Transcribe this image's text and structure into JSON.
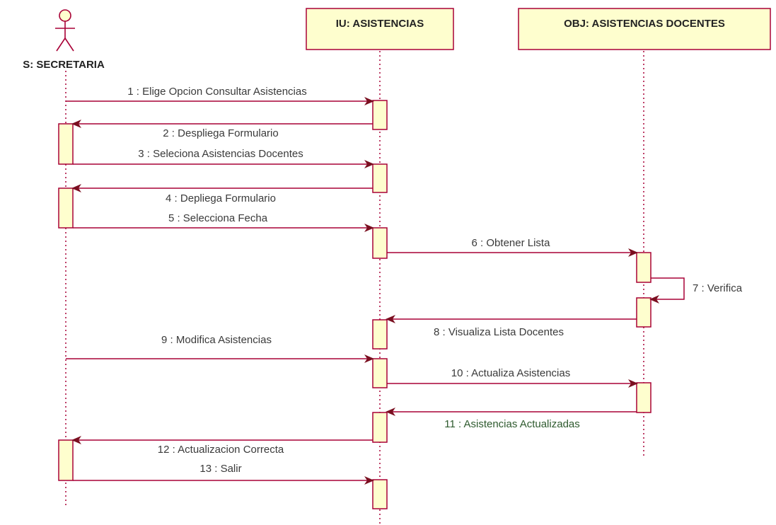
{
  "colors": {
    "box_fill": "#FEFECE",
    "box_stroke": "#A80036",
    "lifeline": "#A80036",
    "arrow": "#A80036",
    "actor_stroke": "#A80036"
  },
  "participants": [
    {
      "id": "actor",
      "label": "S: SECRETARIA",
      "kind": "actor"
    },
    {
      "id": "ui",
      "label": "IU: ASISTENCIAS",
      "kind": "object"
    },
    {
      "id": "obj",
      "label": "OBJ: ASISTENCIAS DOCENTES",
      "kind": "object"
    }
  ],
  "messages": [
    {
      "num": "1",
      "label": "1 : Elige Opcion Consultar Asistencias"
    },
    {
      "num": "2",
      "label": "2 : Despliega Formulario"
    },
    {
      "num": "3",
      "label": "3 : Seleciona Asistencias Docentes"
    },
    {
      "num": "4",
      "label": "4 : Depliega Formulario"
    },
    {
      "num": "5",
      "label": "5 : Selecciona Fecha"
    },
    {
      "num": "6",
      "label": "6 : Obtener Lista"
    },
    {
      "num": "7",
      "label": "7 : Verifica"
    },
    {
      "num": "8",
      "label": "8 : Visualiza Lista Docentes"
    },
    {
      "num": "9",
      "label": "9 : Modifica Asistencias"
    },
    {
      "num": "10",
      "label": "10 : Actualiza Asistencias"
    },
    {
      "num": "11",
      "label": "11 : Asistencias Actualizadas"
    },
    {
      "num": "12",
      "label": "12 : Actualizacion Correcta"
    },
    {
      "num": "13",
      "label": "13 : Salir"
    }
  ]
}
